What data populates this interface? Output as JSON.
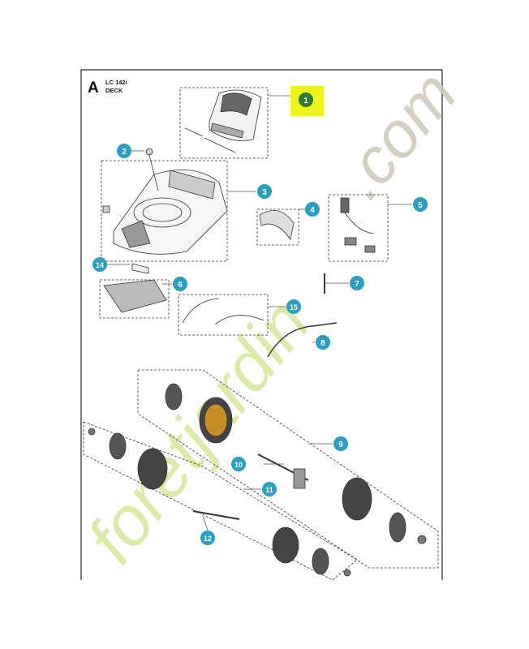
{
  "header": {
    "section_letter": "A",
    "model": "LC 142i",
    "subtitle": "DECK"
  },
  "callouts": [
    {
      "number": "1",
      "color": "#2e7d32",
      "highlight": "#f0f21c"
    },
    {
      "number": "2",
      "color": "#2a9fbf"
    },
    {
      "number": "3",
      "color": "#2a9fbf"
    },
    {
      "number": "4",
      "color": "#2a9fbf"
    },
    {
      "number": "5",
      "color": "#2a9fbf"
    },
    {
      "number": "6",
      "color": "#2a9fbf"
    },
    {
      "number": "7",
      "color": "#2a9fbf"
    },
    {
      "number": "8",
      "color": "#2a9fbf"
    },
    {
      "number": "9",
      "color": "#2a9fbf"
    },
    {
      "number": "10",
      "color": "#2a9fbf"
    },
    {
      "number": "11",
      "color": "#2a9fbf"
    },
    {
      "number": "12",
      "color": "#2a9fbf"
    },
    {
      "number": "14",
      "color": "#2a9fbf"
    },
    {
      "number": "15",
      "color": "#2a9fbf"
    }
  ],
  "watermark": {
    "text_1": "foretjardin",
    "text_2": ".com",
    "color_1": "#d4e89a",
    "color_2": "#cfc6b8"
  }
}
